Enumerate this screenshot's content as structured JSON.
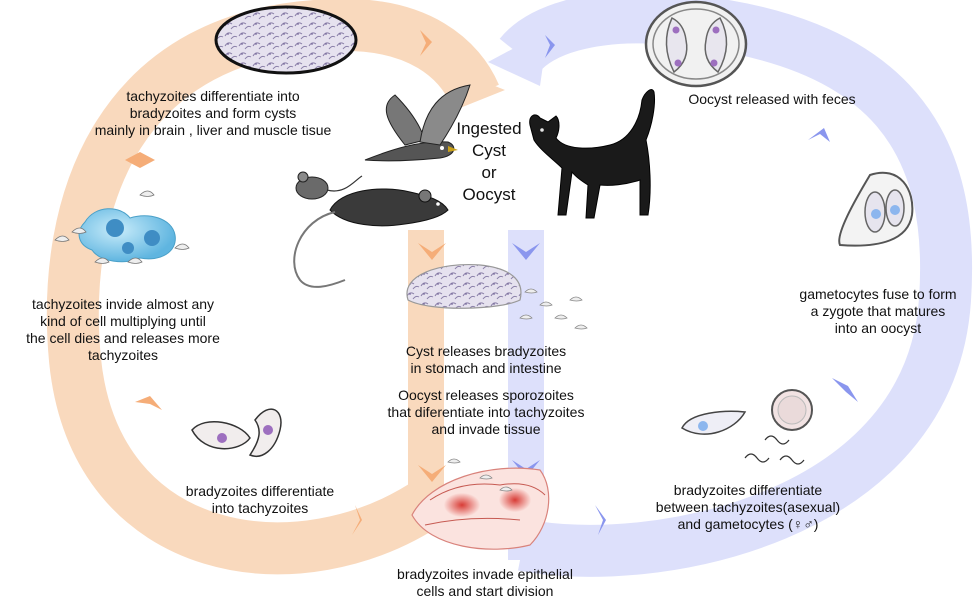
{
  "labels": {
    "cysts_form": [
      "tachyzoites differentiate into",
      "bradyzoites and form cysts",
      "mainly in brain , liver and muscle tisue"
    ],
    "ingested": [
      "Ingested",
      "Cyst",
      "or",
      "Oocyst"
    ],
    "oocyst_released": "Oocyst released with feces",
    "invade_cells": [
      "tachyzoites invide almost any",
      "kind of cell multiplying until",
      "the cell dies and releases more",
      "tachyzoites"
    ],
    "gametocytes_fuse": [
      "gametocytes fuse to form",
      "a zygote that matures",
      "into an oocyst"
    ],
    "cyst_releases": [
      "Cyst releases bradyzoites",
      "in stomach and intestine"
    ],
    "oocyst_releases": [
      "Oocyst releases sporozoites",
      "that diferentiate into tachyzoites",
      "and invade tissue"
    ],
    "brady_to_tachy": [
      "bradyzoites differentiate",
      "into tachyzoites"
    ],
    "brady_diff_sexual": [
      "bradyzoites differentiate",
      "between tachyzoites(asexual)",
      "and gametocytes (♀♂)"
    ],
    "epithelial": [
      "bradyzoites invade epithelial",
      "cells and start division"
    ]
  },
  "colors": {
    "orange_cycle": "#f9d9bd",
    "orange_arrow": "#f5ad78",
    "blue_cycle": "#dde0fb",
    "blue_arrow": "#8a96ee",
    "cell_blue": "#8fd0ee",
    "tissue_red": "#e0504a",
    "cat_black": "#1a1a1a",
    "rat_gray": "#3a3a3a"
  },
  "icons": [
    "cyst-in-tissue-icon",
    "bird-icon",
    "mouse-icon",
    "rat-icon",
    "cat-icon",
    "oocyst-icon",
    "sporulating-oocyst-icon",
    "infected-cell-icon",
    "tachyzoite-icon",
    "gametocyte-icon",
    "released-cyst-icon",
    "epithelium-icon"
  ]
}
